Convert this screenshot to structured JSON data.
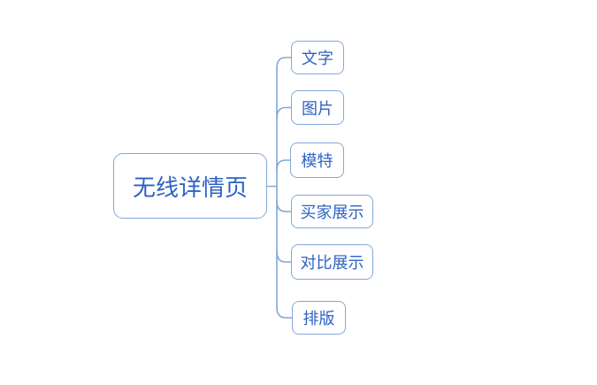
{
  "diagram": {
    "type": "mindmap",
    "root": {
      "label": "无线详情页"
    },
    "children": [
      {
        "label": "文字"
      },
      {
        "label": "图片"
      },
      {
        "label": "模特"
      },
      {
        "label": "买家展示"
      },
      {
        "label": "对比展示"
      },
      {
        "label": "排版"
      }
    ]
  },
  "colors": {
    "background": "#ffffff",
    "node_border": "#84a7d9",
    "connector": "#84a7d9",
    "text": "#2e62c4"
  }
}
